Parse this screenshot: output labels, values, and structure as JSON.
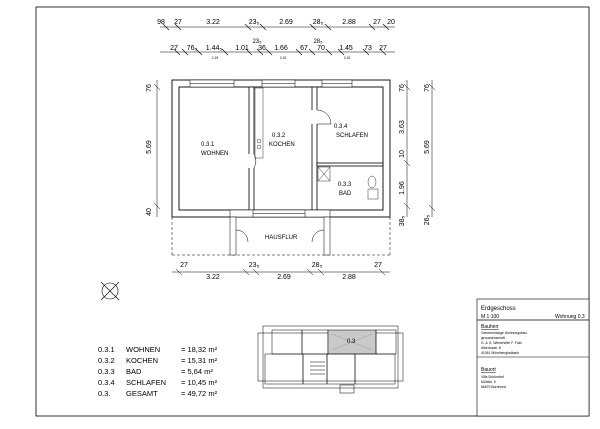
{
  "top_dims": {
    "row1": [
      "98",
      "27",
      "3.22",
      "23₅",
      "2.69",
      "28₅",
      "2.88",
      "27",
      "20"
    ],
    "row2": [
      "27",
      "76₅",
      "1.44₅",
      "1.01",
      "36",
      "1.66",
      "67",
      "70",
      "1.45",
      "73",
      "27"
    ],
    "row2_extra": [
      "23₅",
      "28₅"
    ],
    "sub": [
      "2.19",
      "2.15",
      "2.15"
    ]
  },
  "bottom_dims": [
    "27",
    "3.22",
    "23₅",
    "2.69",
    "28₅",
    "2.88",
    "27"
  ],
  "left_dims": [
    "76",
    "5.69",
    "40"
  ],
  "right_dims_inner": [
    "76",
    "3.63",
    "10",
    "1.96",
    "38₅"
  ],
  "right_dims_outer": [
    "76",
    "5.69",
    "26₅"
  ],
  "rooms": [
    {
      "id": "0.3.1",
      "name": "WOHNEN"
    },
    {
      "id": "0.3.2",
      "name": "KOCHEN"
    },
    {
      "id": "0.3.4",
      "name": "SCHLAFEN"
    },
    {
      "id": "0.3.3",
      "name": "BAD"
    },
    {
      "id": "",
      "name": "HAUSFLUR"
    }
  ],
  "area_table": [
    {
      "id": "0.3.1",
      "name": "WOHNEN",
      "value": "= 18,32 m²"
    },
    {
      "id": "0.3.2",
      "name": "KOCHEN",
      "value": "= 15,31 m²"
    },
    {
      "id": "0.3.3",
      "name": "BAD",
      "value": "= 5,64 m²"
    },
    {
      "id": "0.3.4",
      "name": "SCHLAFEN",
      "value": "= 10,45 m²"
    },
    {
      "id": "0.3.",
      "name": "GESAMT",
      "value": "= 49,72 m²"
    }
  ],
  "keyplan_label": "0.3",
  "title_block": {
    "title": "Erdgeschoss",
    "scale": "M 1:100",
    "unit": "Wohnung 0.3",
    "owner_heading": "Bauherr",
    "owner_lines": [
      "Gemeinnützige Wohnungsbau-",
      "genossenschaft",
      "G. & G. Wiesehöfer F. Fiab.",
      "Albertusstr. 8",
      "41061 Mönchengladbach"
    ],
    "site_heading": "Bauort",
    "site_lines": [
      "Villa Schöndorf",
      "Mühlstr. 5",
      "66679 Bornhorst"
    ]
  }
}
